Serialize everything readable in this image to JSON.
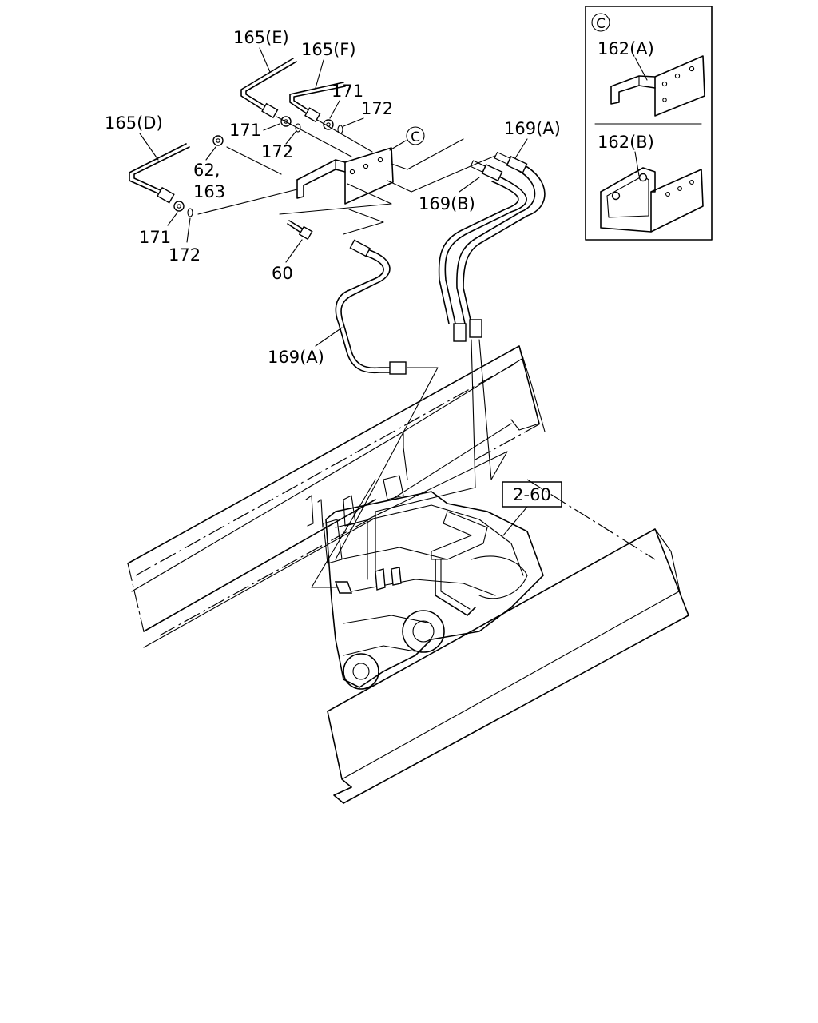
{
  "callouts": {
    "p165E": "165(E)",
    "p165F": "165(F)",
    "p165D": "165(D)",
    "p171_top": "171",
    "p172_top": "172",
    "p171_mid": "171",
    "p172_mid": "172",
    "p62": "62,",
    "p163": "163",
    "p171_low": "171",
    "p172_low": "172",
    "p60": "60",
    "p169A_top": "169(A)",
    "p169B": "169(B)",
    "p169A_mid": "169(A)",
    "ref_2_60": "2-60",
    "detail_C": "C"
  },
  "inset": {
    "marker": "C",
    "p162A": "162(A)",
    "p162B": "162(B)"
  }
}
